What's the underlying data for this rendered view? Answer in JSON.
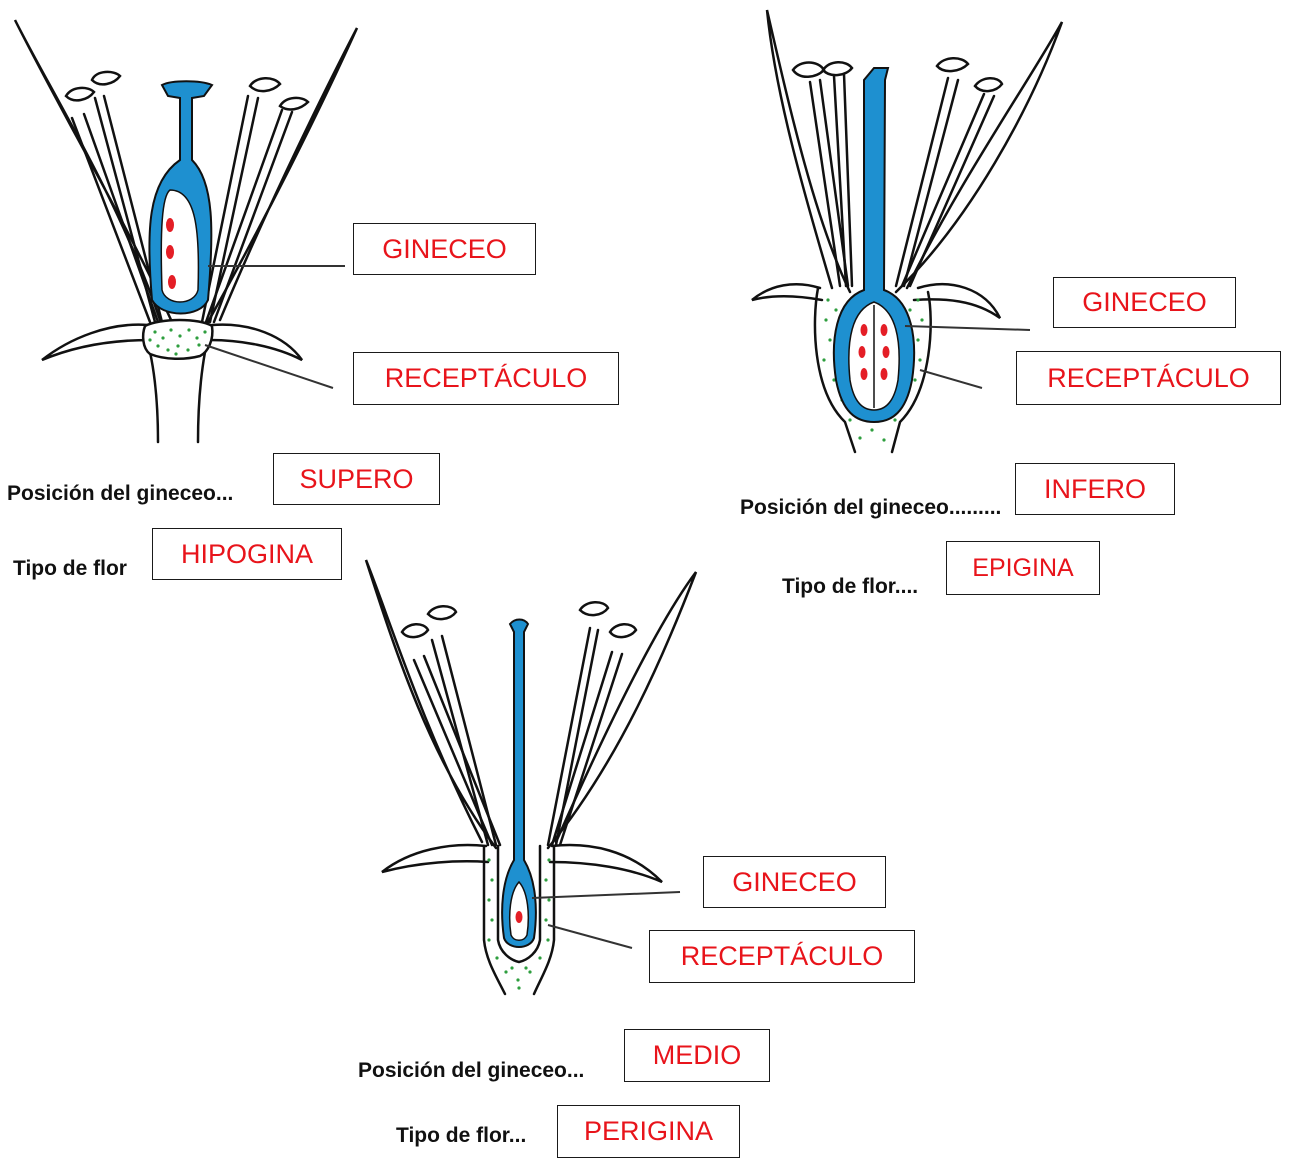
{
  "colors": {
    "gynoecium": "#1e90d0",
    "receptacle_dots": "#2e9e3e",
    "ovule": "#e41e26",
    "label_text": "#e8141b",
    "ink": "#111111"
  },
  "flowers": [
    {
      "id": "hipogina",
      "labels": {
        "gineceo": "GINECEO",
        "receptaculo": "RECEPTÁCULO"
      },
      "position_caption": "Posición del gineceo...",
      "position_answer": "SUPERO",
      "type_caption": "Tipo de flor",
      "type_answer": "HIPOGINA"
    },
    {
      "id": "epigina",
      "labels": {
        "gineceo": "GINECEO",
        "receptaculo": "RECEPTÁCULO"
      },
      "position_caption": "Posición del gineceo.........",
      "position_answer": "INFERO",
      "type_caption": "Tipo de flor....",
      "type_answer": "EPIGINA"
    },
    {
      "id": "perigina",
      "labels": {
        "gineceo": "GINECEO",
        "receptaculo": "RECEPTÁCULO"
      },
      "position_caption": "Posición del gineceo...",
      "position_answer": "MEDIO",
      "type_caption": "Tipo de flor...",
      "type_answer": "PERIGINA"
    }
  ]
}
